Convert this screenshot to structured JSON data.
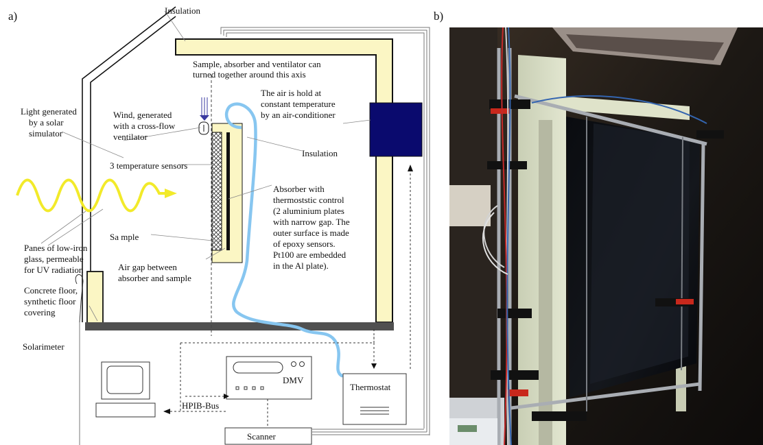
{
  "panels": {
    "a": "a)",
    "b": "b)"
  },
  "labels": {
    "insulation_top": "Insulation",
    "axis_note": [
      "Sample, absorber and ventilator can",
      "turned together around this axis"
    ],
    "air_note": [
      "The air is hold at",
      "constant temperature",
      "by an air-conditioner"
    ],
    "light": [
      "Light generated",
      "by a solar",
      "simulator"
    ],
    "wind": [
      "Wind, generated",
      "with a cross-flow",
      "ventilator"
    ],
    "insulation_inner": "Insulation",
    "sensors": "3 temperature sensors",
    "absorber": [
      "Absorber with",
      "thermoststic control",
      "(2 aluminium plates",
      "with narrow gap. The",
      "outer surface is made",
      "of epoxy sensors.",
      "Pt100 are embedded",
      "in the Al plate)."
    ],
    "sample": "Sa mple",
    "panes": [
      "Panes of low-iron",
      "glass, permeable",
      "for UV radiation"
    ],
    "air_gap": [
      "Air gap between",
      "absorber and sample"
    ],
    "floor": [
      "Concrete floor,",
      "synthetic floor",
      "covering"
    ],
    "solarimeter": "Solarimeter",
    "dmv": "DMV",
    "thermostat": "Thermostat",
    "hpib": "HPIB-Bus",
    "scanner": "Scanner"
  },
  "colors": {
    "insulation_fill": "#fbf6c4",
    "air_conditioner": "#0a0a6e",
    "water_pipe": "#87c6f0",
    "light_wave": "#f2ea2a",
    "floor": "#505050"
  }
}
